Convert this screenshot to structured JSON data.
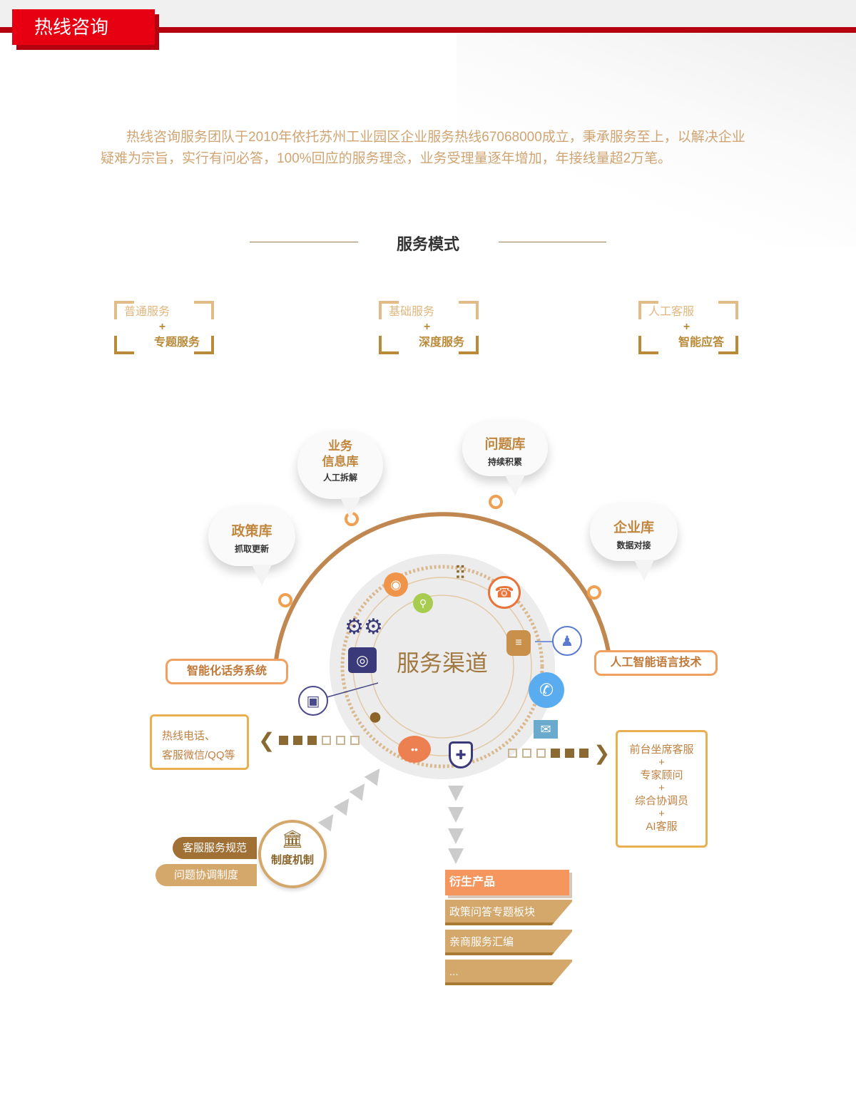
{
  "header": {
    "title": "热线咨询"
  },
  "intro": "热线咨询服务团队于2010年依托苏州工业园区企业服务热线67068000成立，秉承服务至上，以解决企业疑难为宗旨，实行有问必答，100%回应的服务理念，业务受理量逐年增加，年接线量超2万笔。",
  "section_title": "服务模式",
  "modes": [
    {
      "top": "普通服务",
      "plus": "+",
      "bottom": "专题服务"
    },
    {
      "top": "基础服务",
      "plus": "+",
      "bottom": "深度服务"
    },
    {
      "top": "人工客服",
      "plus": "+",
      "bottom": "智能应答"
    }
  ],
  "clouds": [
    {
      "title": "政策库",
      "sub": "抓取更新"
    },
    {
      "title1": "业务",
      "title2": "信息库",
      "sub": "人工拆解"
    },
    {
      "title": "问题库",
      "sub": "持续积累"
    },
    {
      "title": "企业库",
      "sub": "数据对接"
    }
  ],
  "center": "服务渠道",
  "left_label": "智能化话务系统",
  "right_label": "人工智能语言技术",
  "channels": {
    "line1": "热线电话、",
    "line2": "客服微信/QQ等"
  },
  "staff": {
    "l1": "前台坐席客服",
    "p1": "+",
    "l2": "专家顾问",
    "p2": "+",
    "l3": "综合协调员",
    "p3": "+",
    "l4": "AI客服"
  },
  "mechanism": {
    "title": "制度机制",
    "pill1": "客服服务规范",
    "pill2": "问题协调制度"
  },
  "products": {
    "title": "衍生产品",
    "items": [
      "政策问答专题板块",
      "亲商服务汇编",
      "..."
    ]
  },
  "colors": {
    "red": "#e60012",
    "gold": "#d4a76a",
    "orange": "#f4965e",
    "brown": "#a07035"
  },
  "icons": [
    "weibo-icon",
    "chart-icon",
    "telephone-icon",
    "location-icon",
    "gears-icon",
    "camera-icon",
    "database-icon",
    "qq-icon",
    "monitor-icon",
    "person-icon",
    "phone-icon",
    "mail-icon",
    "wechat-icon",
    "shield-icon",
    "bank-icon"
  ]
}
